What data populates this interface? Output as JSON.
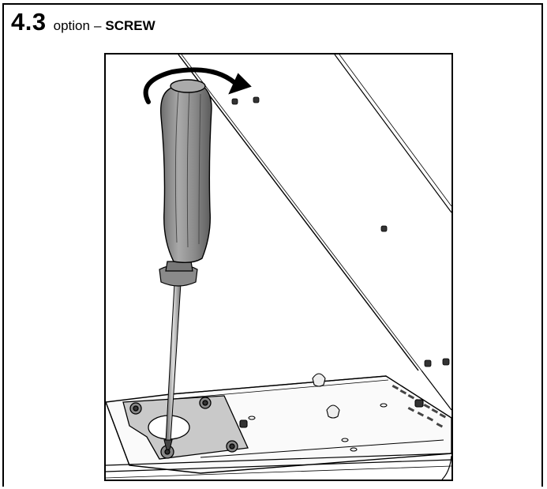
{
  "heading": {
    "section_number": "4.3",
    "section_text": "option",
    "dash": "–",
    "section_strong": "SCREW"
  },
  "illustration": {
    "icon": "screwdriver-tighten-illustration",
    "rotation": "clockwise"
  }
}
